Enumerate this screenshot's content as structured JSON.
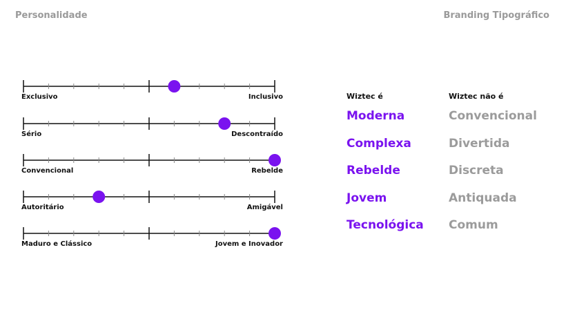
{
  "header": {
    "left": "Personalidade",
    "right": "Branding Tipográfico"
  },
  "accent_color": "#7a13ef",
  "muted_color": "#9b9b9b",
  "scales": [
    {
      "left": "Exclusivo",
      "right": "Inclusivo",
      "value": 0.6
    },
    {
      "left": "Sério",
      "right": "Descontraído",
      "value": 0.8
    },
    {
      "left": "Convencional",
      "right": "Rebelde",
      "value": 1.0
    },
    {
      "left": "Autoritário",
      "right": "Amigável",
      "value": 0.3
    },
    {
      "left": "Maduro e Clássico",
      "right": "Jovem e Inovador",
      "value": 1.0
    }
  ],
  "is_column": {
    "title": "Wiztec é",
    "words": [
      "Moderna",
      "Complexa",
      "Rebelde",
      "Jovem",
      "Tecnológica"
    ]
  },
  "is_not_column": {
    "title": "Wiztec não é",
    "words": [
      "Convencional",
      "Divertida",
      "Discreta",
      "Antiquada",
      "Comum"
    ]
  }
}
